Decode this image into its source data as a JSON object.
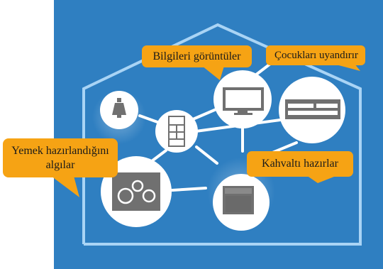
{
  "colors": {
    "panel": "#2f7fc1",
    "panel_light": "#3d8ed0",
    "outline": "#a9d4f5",
    "callout": "#f6a314",
    "node": "#ffffff",
    "device_gray": "#707070"
  },
  "callouts": {
    "displays_info": "Bilgileri görüntüler",
    "wakes_children": "Çocukları uyandırır",
    "detects_cooking_line1": "Yemek hazırlandığını",
    "detects_cooking_line2": "algılar",
    "prepares_breakfast": "Kahvaltı hazırlar"
  },
  "devices": [
    {
      "id": "ceiling-lamp",
      "icon": "lamp-icon"
    },
    {
      "id": "refrigerator",
      "icon": "refrigerator-icon"
    },
    {
      "id": "television",
      "icon": "tv-icon"
    },
    {
      "id": "air-conditioner",
      "icon": "air-conditioner-icon"
    },
    {
      "id": "induction-cooktop",
      "icon": "cooktop-icon"
    },
    {
      "id": "oven",
      "icon": "oven-icon"
    }
  ]
}
